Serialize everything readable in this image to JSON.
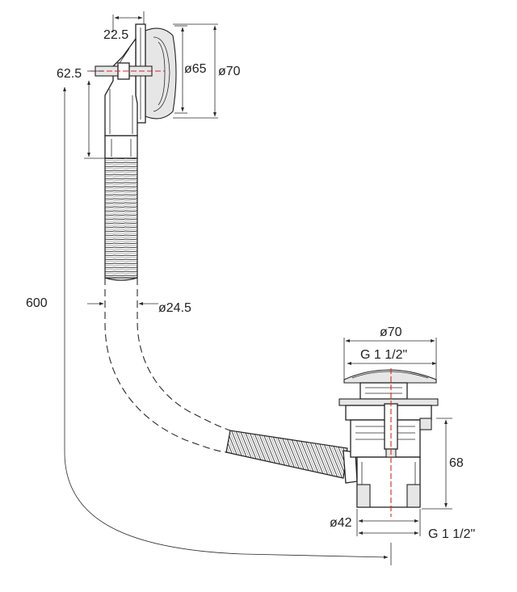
{
  "dimensions": {
    "overflow_depth": "22.5",
    "overflow_offset": "62.5",
    "overflow_inner_dia": "ø65",
    "overflow_outer_dia": "ø70",
    "vertical_length": "600",
    "pipe_dia": "ø24.5",
    "waste_cap_dia": "ø70",
    "waste_top_thread": "G 1 1/2\"",
    "waste_height": "68",
    "waste_outlet_dia": "ø42",
    "waste_bottom_thread": "G 1 1/2\""
  }
}
